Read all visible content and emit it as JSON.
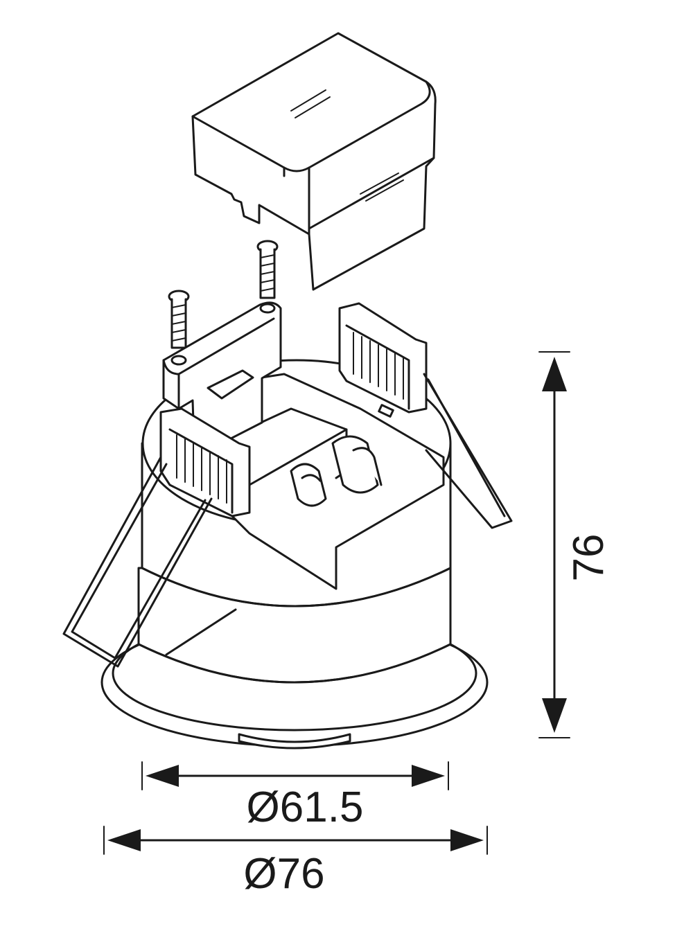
{
  "dimensions": {
    "height_label": "76",
    "inner_diameter_label": "Ø61.5",
    "outer_diameter_label": "Ø76"
  },
  "colors": {
    "line": "#1a1a1a",
    "background": "#ffffff"
  }
}
